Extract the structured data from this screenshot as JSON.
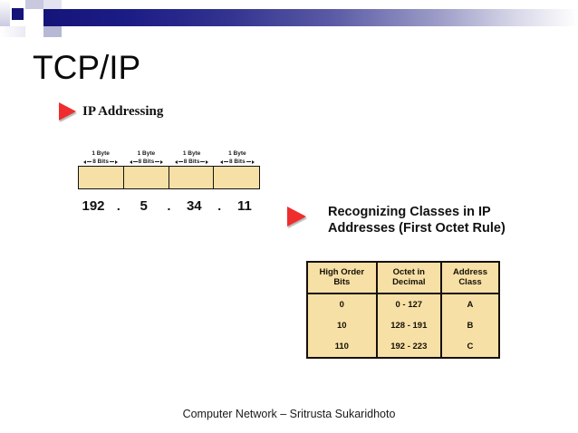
{
  "slide": {
    "title": "TCP/IP",
    "background_color": "#ffffff",
    "banner_color": "#141479",
    "accent_color": "#ef2d2d",
    "table_fill_color": "#f7e0a6"
  },
  "sections": {
    "left_heading": "IP Addressing",
    "right_heading_line1": "Recognizing Classes in IP",
    "right_heading_line2": "Addresses (First Octet Rule)"
  },
  "byte_diagram": {
    "byte_label": "1 Byte",
    "bits_label": "8 Bits",
    "cells": [
      {
        "byte_label": "1 Byte",
        "bits_label": "8 Bits"
      },
      {
        "byte_label": "1 Byte",
        "bits_label": "8 Bits"
      },
      {
        "byte_label": "1 Byte",
        "bits_label": "8 Bits"
      },
      {
        "byte_label": "1 Byte",
        "bits_label": "8 Bits"
      }
    ],
    "octets": [
      "192",
      "5",
      "34",
      "11"
    ],
    "separator": "."
  },
  "class_table": {
    "headers": [
      "High Order\nBits",
      "Octet in\nDecimal",
      "Address\nClass"
    ],
    "headers_split": [
      {
        "line1": "High Order",
        "line2": "Bits"
      },
      {
        "line1": "Octet in",
        "line2": "Decimal"
      },
      {
        "line1": "Address",
        "line2": "Class"
      }
    ],
    "rows": [
      {
        "bits": "0",
        "decimal": "0 - 127",
        "class": "A"
      },
      {
        "bits": "10",
        "decimal": "128 - 191",
        "class": "B"
      },
      {
        "bits": "110",
        "decimal": "192 - 223",
        "class": "C"
      }
    ]
  },
  "footer": {
    "text": "Computer Network – Sritrusta Sukaridhoto"
  }
}
